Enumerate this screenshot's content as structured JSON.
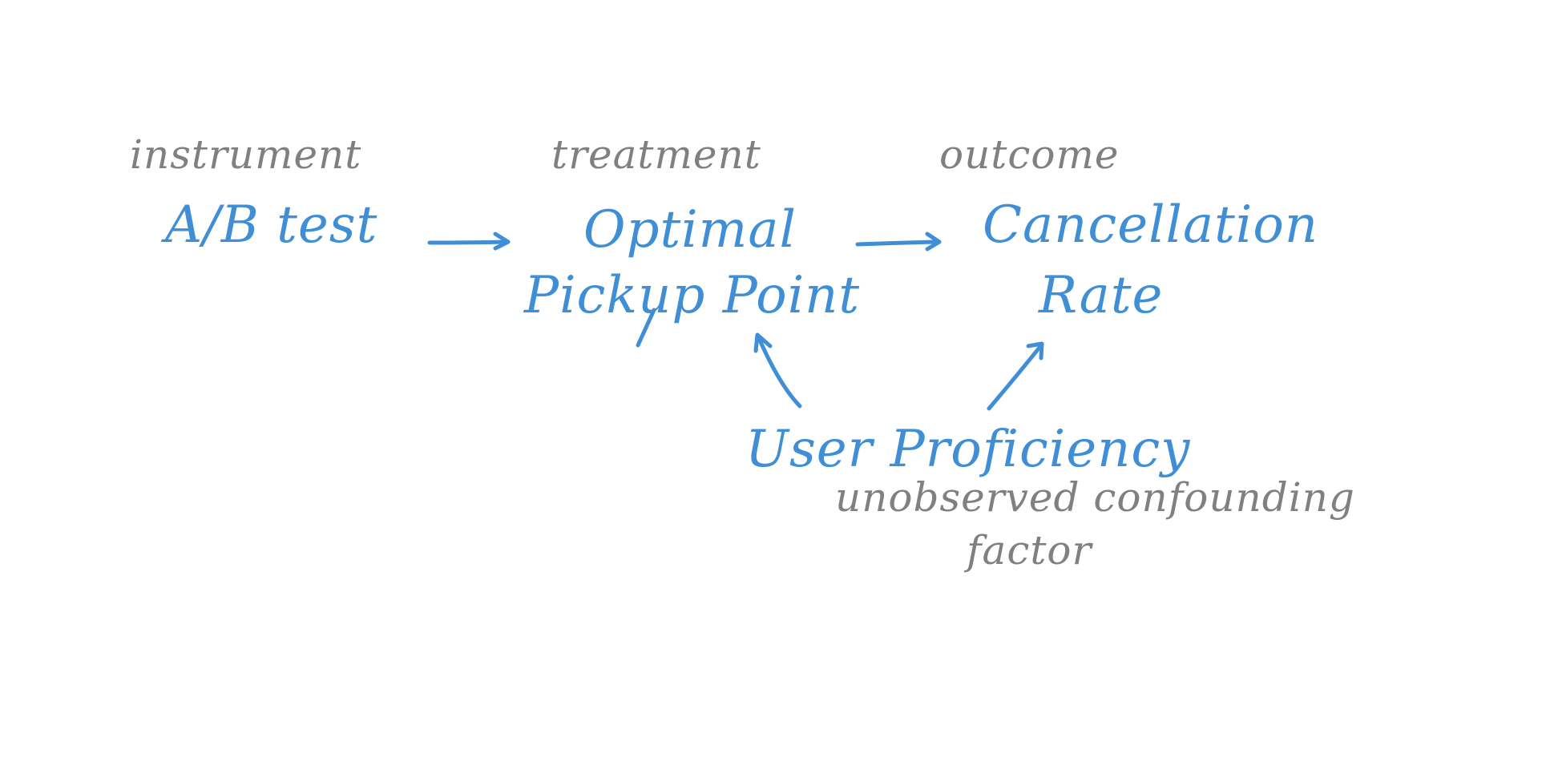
{
  "diagram": {
    "colors": {
      "annotation": "#808080",
      "node": "#3f8ed6",
      "background": "#ffffff"
    },
    "roles": {
      "instrument": "instrument",
      "treatment": "treatment",
      "outcome": "outcome",
      "confounder_line1": "unobserved confounding",
      "confounder_line2": "factor"
    },
    "nodes": {
      "instrument": "A/B test",
      "treatment_line1": "Optimal",
      "treatment_line2": "Pickup Point",
      "outcome_line1": "Cancellation",
      "outcome_line2": "Rate",
      "confounder": "User Proficiency"
    },
    "edges": [
      {
        "from": "A/B test",
        "to": "Optimal Pickup Point"
      },
      {
        "from": "Optimal Pickup Point",
        "to": "Cancellation Rate"
      },
      {
        "from": "User Proficiency",
        "to": "Optimal Pickup Point"
      },
      {
        "from": "User Proficiency",
        "to": "Cancellation Rate"
      }
    ]
  }
}
